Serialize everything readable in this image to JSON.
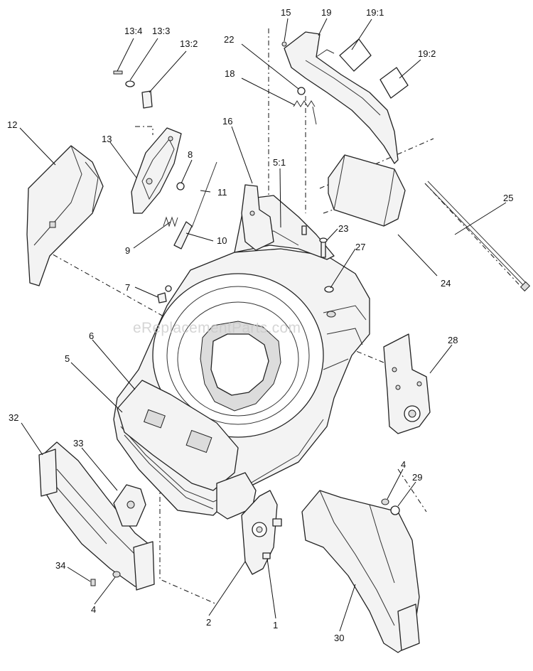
{
  "watermark": "eReplacementParts.com",
  "callouts": [
    {
      "id": "13_4",
      "label": "13:4"
    },
    {
      "id": "13_3",
      "label": "13:3"
    },
    {
      "id": "13_2",
      "label": "13:2"
    },
    {
      "id": "15",
      "label": "15"
    },
    {
      "id": "19",
      "label": "19"
    },
    {
      "id": "19_1",
      "label": "19:1"
    },
    {
      "id": "22",
      "label": "22"
    },
    {
      "id": "18",
      "label": "18"
    },
    {
      "id": "19_2",
      "label": "19:2"
    },
    {
      "id": "12",
      "label": "12"
    },
    {
      "id": "13",
      "label": "13"
    },
    {
      "id": "16",
      "label": "16"
    },
    {
      "id": "5_1",
      "label": "5:1"
    },
    {
      "id": "8",
      "label": "8"
    },
    {
      "id": "11",
      "label": "11"
    },
    {
      "id": "25",
      "label": "25"
    },
    {
      "id": "23",
      "label": "23"
    },
    {
      "id": "9",
      "label": "9"
    },
    {
      "id": "10",
      "label": "10"
    },
    {
      "id": "27",
      "label": "27"
    },
    {
      "id": "24",
      "label": "24"
    },
    {
      "id": "7",
      "label": "7"
    },
    {
      "id": "6",
      "label": "6"
    },
    {
      "id": "28",
      "label": "28"
    },
    {
      "id": "5",
      "label": "5"
    },
    {
      "id": "32",
      "label": "32"
    },
    {
      "id": "33",
      "label": "33"
    },
    {
      "id": "4a",
      "label": "4"
    },
    {
      "id": "29",
      "label": "29"
    },
    {
      "id": "34",
      "label": "34"
    },
    {
      "id": "4b",
      "label": "4"
    },
    {
      "id": "2",
      "label": "2"
    },
    {
      "id": "1",
      "label": "1"
    },
    {
      "id": "30",
      "label": "30"
    }
  ]
}
